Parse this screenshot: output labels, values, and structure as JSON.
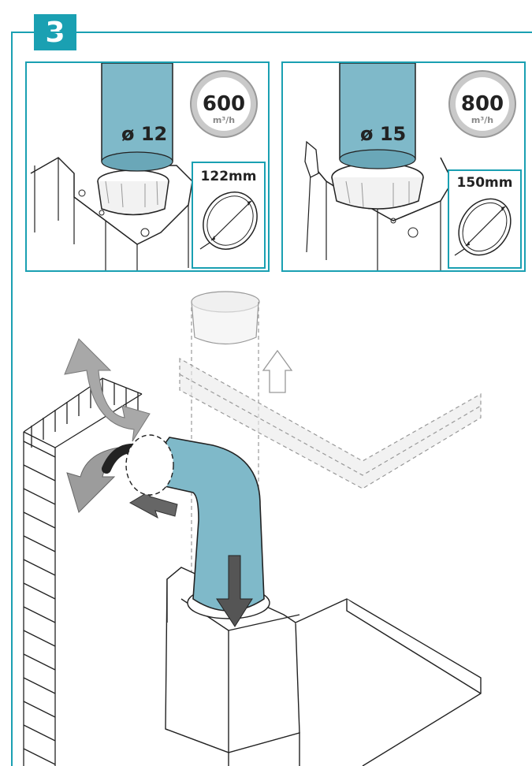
{
  "step": {
    "number": "3"
  },
  "options": [
    {
      "duct_label": "ø 12",
      "flow_value": "600",
      "flow_unit": "m³/h",
      "diameter_label": "122mm"
    },
    {
      "duct_label": "ø 15",
      "flow_value": "800",
      "flow_unit": "m³/h",
      "diameter_label": "150mm"
    }
  ],
  "colors": {
    "accent": "#1aa0b2",
    "duct": "#7fb9c9",
    "duct_dark": "#5f9fb2",
    "line": "#222222",
    "ghost": "#b8b8b8"
  }
}
